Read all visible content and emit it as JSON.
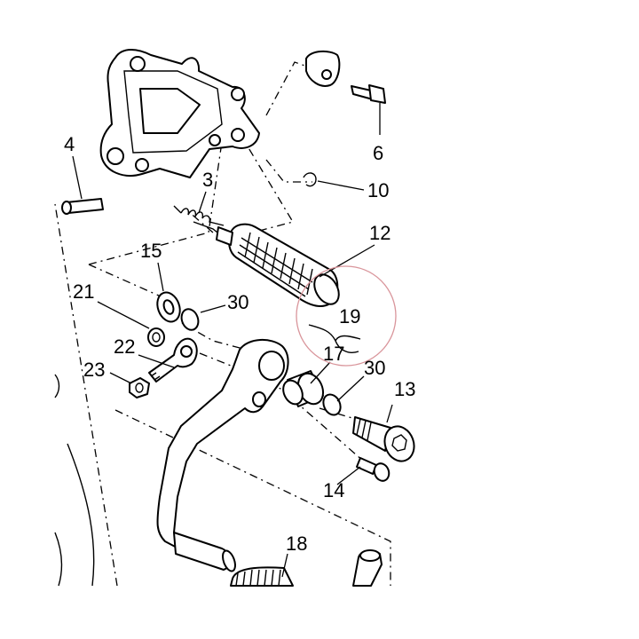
{
  "labels": {
    "p3": "3",
    "p4": "4",
    "p6": "6",
    "p10": "10",
    "p12": "12",
    "p13": "13",
    "p14": "14",
    "p15": "15",
    "p17": "17",
    "p18": "18",
    "p19": "19",
    "p21": "21",
    "p22": "22",
    "p23": "23",
    "p30a": "30",
    "p30b": "30"
  },
  "highlight_color": "#d9959b"
}
